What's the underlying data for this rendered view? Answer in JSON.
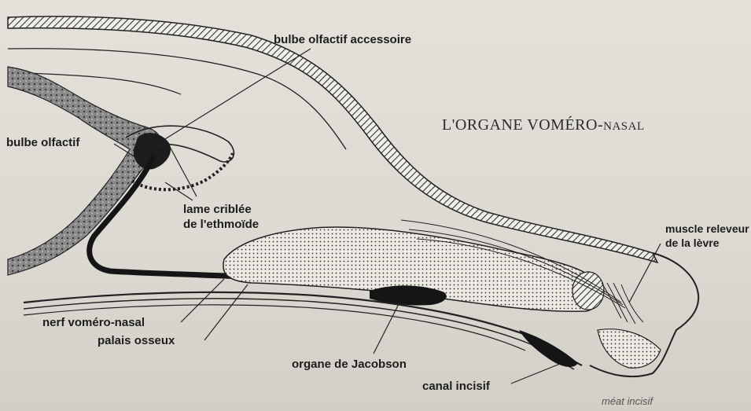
{
  "figure": {
    "title_main": "L'ORGANE VOMÉRO-",
    "title_smallcaps": "NASAL"
  },
  "labels": {
    "bulbe_accessoire": "bulbe olfactif accessoire",
    "bulbe_olfactif": "bulbe olfactif",
    "lame_criblee_1": "lame criblée",
    "lame_criblee_2": "de l'ethmoïde",
    "muscle_1": "muscle releveur",
    "muscle_2": "de la lèvre",
    "nerf": "nerf voméro-nasal",
    "palais": "palais osseux",
    "organe": "organe de Jacobson",
    "canal": "canal incisif",
    "meat": "méat incisif"
  }
}
